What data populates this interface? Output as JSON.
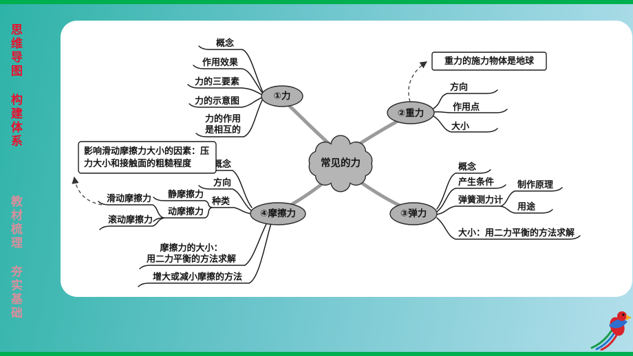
{
  "sidebar": {
    "top_text": "思维导图 构建体系",
    "bottom_text": "教材梳理 夯实基础"
  },
  "colors": {
    "bar_green": "#00b050",
    "bg_teal": "#2eb3a7",
    "bg_light_blue": "#b3dfeb",
    "sidebar_red": "#e8112d",
    "sidebar_pink": "#d98f9c",
    "node_gray": "#b1b1b1"
  },
  "mindmap": {
    "center_label": "常见的力",
    "force": {
      "node": "①力",
      "concept": "概念",
      "effect": "作用效果",
      "three_elements": "力的三要素",
      "diagram": "力的示意图",
      "mutual_line1": "力的作用",
      "mutual_line2": "是相互的"
    },
    "gravity": {
      "node": "②重力",
      "note": "重力的施力物体是地球",
      "direction": "方向",
      "point": "作用点",
      "magnitude": "大小"
    },
    "elastic": {
      "node": "③弹力",
      "concept": "概念",
      "condition": "产生条件",
      "spring_scale": "弹簧测力计",
      "principle": "制作原理",
      "usage": "用途",
      "magnitude": "大小：用二力平衡的方法求解"
    },
    "friction": {
      "node": "④摩擦力",
      "concept": "概念",
      "direction": "方向",
      "types": "种类",
      "static": "静摩擦力",
      "kinetic": "动摩擦力",
      "sliding": "滑动摩擦力",
      "rolling": "滚动摩擦力",
      "note_line1": "影响滑动摩擦力大小的因素：压",
      "note_line2": "力大小和接触面的粗糙程度",
      "magnitude_line1": "摩擦力的大小：",
      "magnitude_line2": "用二力平衡的方法求解",
      "methods": "增大或减小摩擦的方法"
    }
  }
}
